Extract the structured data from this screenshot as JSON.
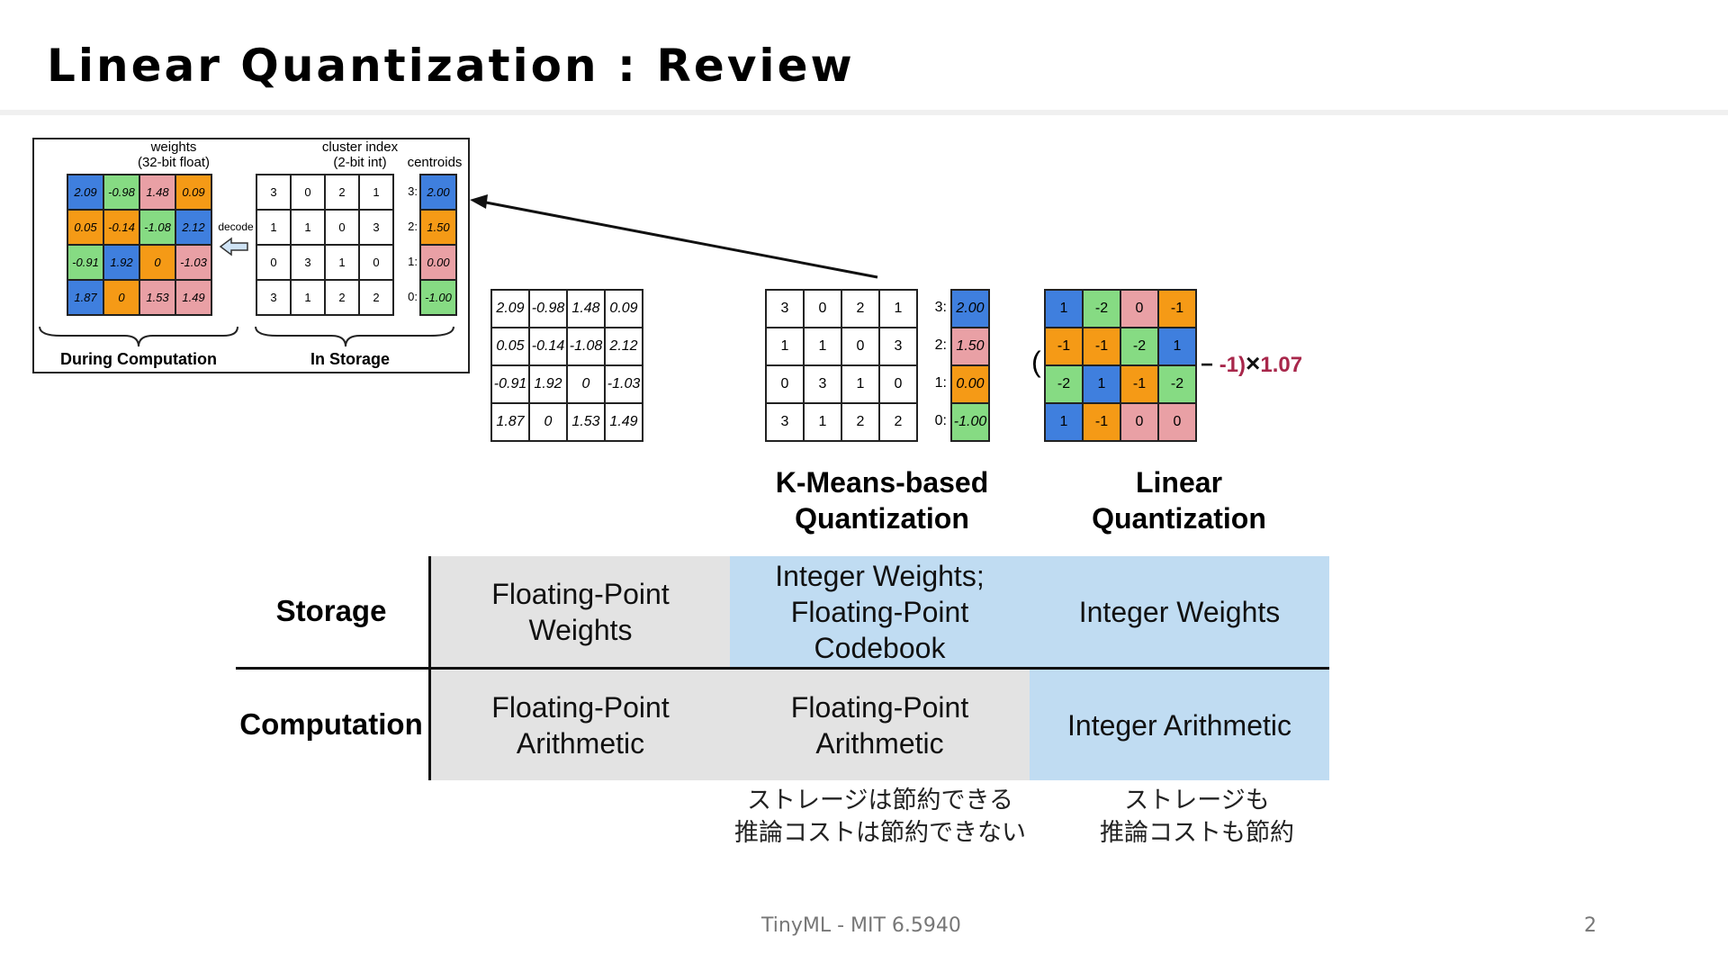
{
  "title": "Linear Quantization : Review",
  "colors": {
    "blue": "#3f7fde",
    "orange": "#f59a16",
    "pink": "#e9a0a5",
    "green": "#86db83",
    "gray_cell": "#e3e3e3",
    "blue_cell": "#c0dcf2",
    "accent_red": "#a8274b"
  },
  "inset": {
    "weights_label": "weights\n(32-bit float)",
    "cluster_label": "cluster index\n(2-bit int)",
    "centroids_label": "centroids",
    "decode_label": "decode",
    "during_label": "During Computation",
    "storage_label": "In Storage",
    "weights": [
      [
        "2.09",
        "-0.98",
        "1.48",
        "0.09"
      ],
      [
        "0.05",
        "-0.14",
        "-1.08",
        "2.12"
      ],
      [
        "-0.91",
        "1.92",
        "0",
        "-1.03"
      ],
      [
        "1.87",
        "0",
        "1.53",
        "1.49"
      ]
    ],
    "weight_colors": [
      [
        "blue",
        "green",
        "pink",
        "orange"
      ],
      [
        "orange",
        "orange",
        "green",
        "blue"
      ],
      [
        "green",
        "blue",
        "orange",
        "pink"
      ],
      [
        "blue",
        "orange",
        "pink",
        "pink"
      ]
    ],
    "indices": [
      [
        "3",
        "0",
        "2",
        "1"
      ],
      [
        "1",
        "1",
        "0",
        "3"
      ],
      [
        "0",
        "3",
        "1",
        "0"
      ],
      [
        "3",
        "1",
        "2",
        "2"
      ]
    ],
    "centroid_keys": [
      "3:",
      "2:",
      "1:",
      "0:"
    ],
    "centroids": [
      "2.00",
      "1.50",
      "0.00",
      "-1.00"
    ],
    "centroid_colors": [
      "blue",
      "orange",
      "pink",
      "green"
    ]
  },
  "float_matrix": [
    [
      "2.09",
      "-0.98",
      "1.48",
      "0.09"
    ],
    [
      "0.05",
      "-0.14",
      "-1.08",
      "2.12"
    ],
    [
      "-0.91",
      "1.92",
      "0",
      "-1.03"
    ],
    [
      "1.87",
      "0",
      "1.53",
      "1.49"
    ]
  ],
  "kmeans": {
    "indices": [
      [
        "3",
        "0",
        "2",
        "1"
      ],
      [
        "1",
        "1",
        "0",
        "3"
      ],
      [
        "0",
        "3",
        "1",
        "0"
      ],
      [
        "3",
        "1",
        "2",
        "2"
      ]
    ],
    "centroid_keys": [
      "3:",
      "2:",
      "1:",
      "0:"
    ],
    "centroids": [
      "2.00",
      "1.50",
      "0.00",
      "-1.00"
    ],
    "centroid_colors": [
      "blue",
      "pink",
      "orange",
      "green"
    ],
    "label_line1": "K-Means-based",
    "label_line2": "Quantization"
  },
  "linear": {
    "matrix": [
      [
        "1",
        "-2",
        "0",
        "-1"
      ],
      [
        "-1",
        "-1",
        "-2",
        "1"
      ],
      [
        "-2",
        "1",
        "-1",
        "-2"
      ],
      [
        "1",
        "-1",
        "0",
        "0"
      ]
    ],
    "colors": [
      [
        "blue",
        "green",
        "pink",
        "orange"
      ],
      [
        "orange",
        "orange",
        "green",
        "blue"
      ],
      [
        "green",
        "blue",
        "orange",
        "green"
      ],
      [
        "blue",
        "orange",
        "pink",
        "pink"
      ]
    ],
    "open_paren": "(",
    "minus": "−",
    "zero_point": "-1)",
    "times": "×",
    "scale": "1.07",
    "label_line1": "Linear",
    "label_line2": "Quantization"
  },
  "table": {
    "row_storage": "Storage",
    "row_computation": "Computation",
    "storage": [
      "Floating-Point\nWeights",
      "Integer Weights;\nFloating-Point\nCodebook",
      "Integer Weights"
    ],
    "computation": [
      "Floating-Point\nArithmetic",
      "Floating-Point\nArithmetic",
      "Integer Arithmetic"
    ]
  },
  "notes": {
    "kmeans": "ストレージは節約できる\n推論コストは節約できない",
    "linear": "ストレージも\n推論コストも節約"
  },
  "footer": {
    "center": "TinyML - MIT 6.5940",
    "page": "2"
  }
}
